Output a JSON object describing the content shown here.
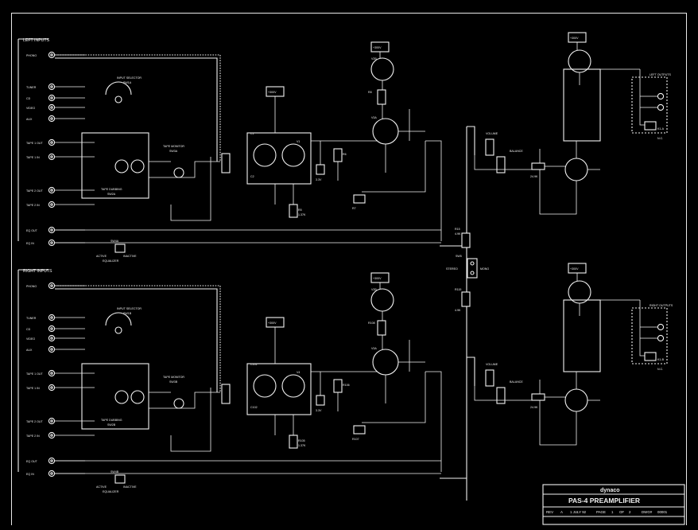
{
  "title_block": {
    "brand": "dynaco",
    "title": "PAS-4 PREAMPLIFIER",
    "rev_label": "REV",
    "rev_value": "A",
    "date": "1 JULY 92",
    "page_label": "PAGE",
    "page_num": "1",
    "of_label": "OF",
    "page_total": "2",
    "dwg_label": "DWG#",
    "dwg_num": "00001"
  },
  "channels": {
    "left": {
      "inputs_label": "LEFT INPUTS",
      "phono": "PHONO",
      "tuner": "TUNER",
      "cd": "CD",
      "video": "VIDEO",
      "aux": "AUX",
      "tape1_out": "TAPE 1 OUT",
      "tape1_in": "TAPE 1 IN",
      "tape2_out": "TAPE 2 OUT",
      "tape2_in": "TAPE 2 IN",
      "eq_out": "EQ OUT",
      "eq_in": "EQ IN",
      "input_selector": "INPUT SELECTOR",
      "input_selector_ref": "SW1A",
      "tape_monitor": "TAPE MONITOR",
      "tape_monitor_ref": "SW3A",
      "tape_dubbing": "TAPE DUBBING",
      "tape_dubbing_ref": "SW2A",
      "eq_switch": "SW4A",
      "active": "ACTIVE",
      "inactive": "INACTIVE",
      "equalizer": "EQUALIZER",
      "outputs_label": "LEFT OUTPUTS",
      "relay": "K1-A",
      "b_plus": "+300V",
      "tube_v1": "V1",
      "tube_v2": "V2B",
      "tube_v3": "V3A",
      "cap_c1": "C1",
      "cap_c2": "C2",
      "res_r5": "R5",
      "res_r6": "R6",
      "res_r7": "R7",
      "res_r8": "R8",
      "v_tap": "3.3V",
      "volume": "VOLUME",
      "balance": "BALANCE",
      "res_value_1": "24.9K",
      "res_value_2": "1.37K",
      "nc": "N.C."
    },
    "right": {
      "inputs_label": "RIGHT INPUTS",
      "phono": "PHONO",
      "tuner": "TUNER",
      "cd": "CD",
      "video": "VIDEO",
      "aux": "AUX",
      "tape1_out": "TAPE 1 OUT",
      "tape1_in": "TAPE 1 IN",
      "tape2_out": "TAPE 2 OUT",
      "tape2_in": "TAPE 2 IN",
      "eq_out": "EQ OUT",
      "eq_in": "EQ IN",
      "input_selector": "INPUT SELECTOR",
      "input_selector_ref": "SW1B",
      "tape_monitor": "TAPE MONITOR",
      "tape_monitor_ref": "SW3B",
      "tape_dubbing": "TAPE DUBBING",
      "tape_dubbing_ref": "SW2B",
      "eq_switch": "SW4B",
      "active": "ACTIVE",
      "inactive": "INACTIVE",
      "equalizer": "EQUALIZER",
      "outputs_label": "RIGHT OUTPUTS",
      "relay": "K1-B",
      "b_plus": "+300V",
      "tube_v1": "V4",
      "tube_v2": "V2B",
      "tube_v3": "V3A",
      "cap_c1": "C101",
      "cap_c2": "C102",
      "res_r5": "R105",
      "res_r6": "R106",
      "res_r7": "R107",
      "res_r8": "R108",
      "v_tap": "3.3V",
      "volume": "VOLUME",
      "balance": "BALANCE",
      "res_value_1": "24.9K",
      "res_value_2": "1.37K",
      "nc": "N.C."
    }
  },
  "center": {
    "stereo": "STEREO",
    "mono": "MONO",
    "switch_ref": "SW5",
    "r_top": "R15",
    "r_bottom": "R115",
    "r_value": "4.9K"
  }
}
